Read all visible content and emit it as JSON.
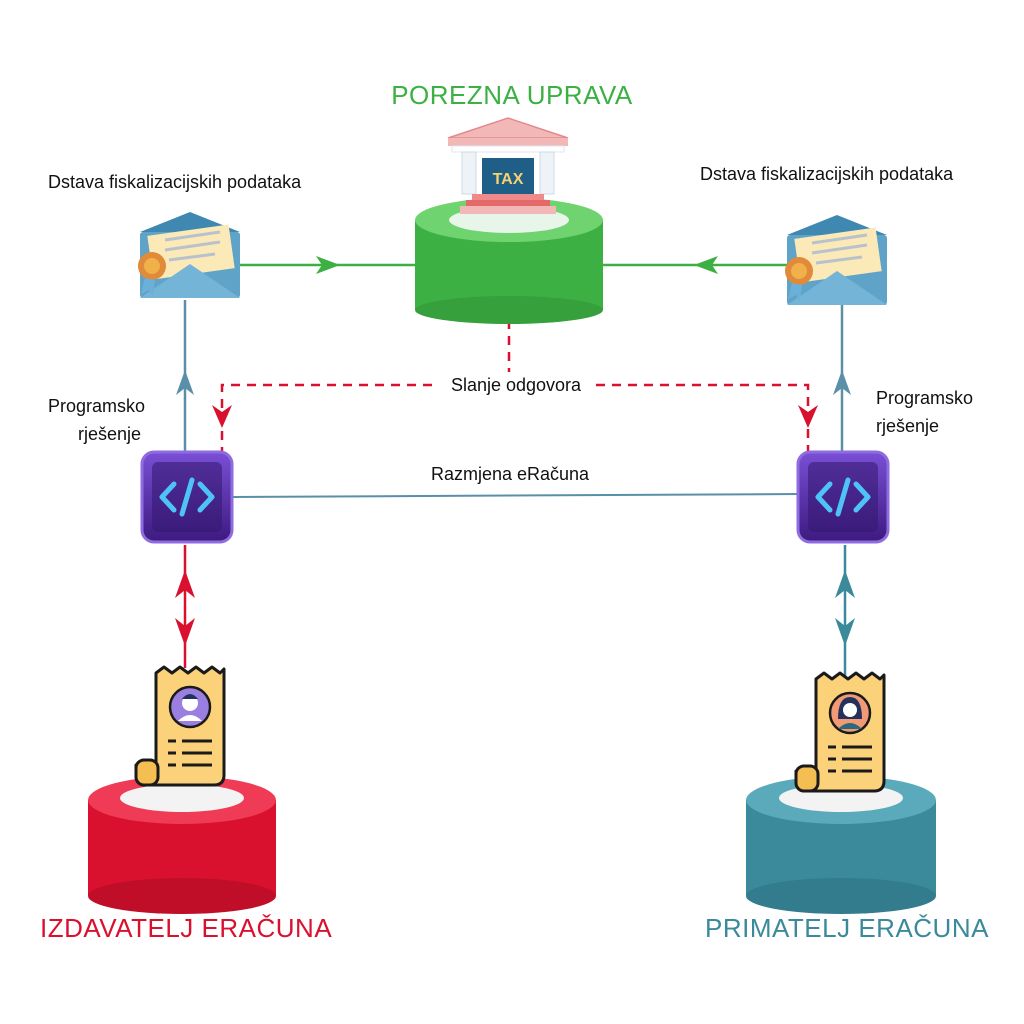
{
  "titles": {
    "tax_office": "POREZNA UPRAVA",
    "issuer": "IZDAVATELJ ERAČUNA",
    "recipient": "PRIMATELJ ERAČUNA"
  },
  "labels": {
    "fiscal_left": "Dstava fiskalizacijskih podataka",
    "fiscal_right": "Dstava fiskalizacijskih podataka",
    "software_left_line1": "Programsko",
    "software_left_line2": "rješenje",
    "software_right_line1": "Programsko",
    "software_right_line2": "rješenje",
    "response": "Slanje odgovora",
    "exchange": "Razmjena eRačuna",
    "tax_sign": "TAX"
  },
  "colors": {
    "tax_office": "#3cb043",
    "issuer": "#d9112f",
    "recipient": "#3a8a9c",
    "dashed": "#d9112f",
    "connector": "#5a8fa8",
    "software": "#5b2aa8"
  },
  "icons": {
    "tax_office": "bank-building-icon",
    "envelope": "certificate-envelope-icon",
    "software": "code-brackets-icon",
    "invoice": "invoice-receipt-icon"
  }
}
